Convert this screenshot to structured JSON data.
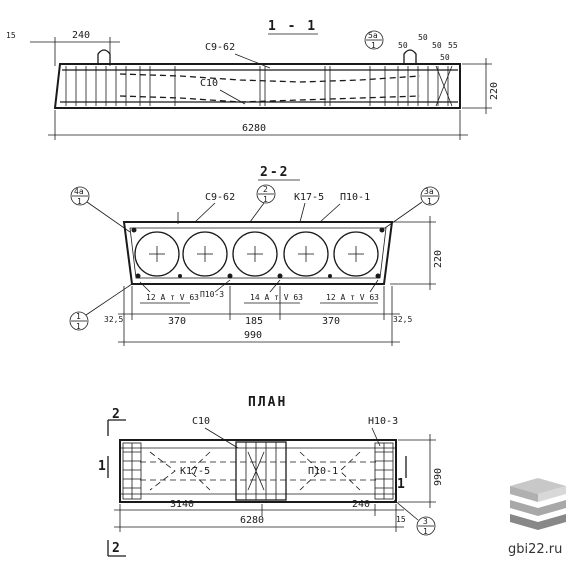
{
  "section_1": {
    "title": "1 - 1",
    "dim_15": "15",
    "dim_240": "240",
    "label_c9_62": "C9-62",
    "label_c10": "C10",
    "label_5a": "5а",
    "label_5a_sub": "1",
    "dim_50a": "50",
    "dim_50b": "50",
    "dim_50c": "50",
    "dim_55": "55",
    "dim_50d": "50",
    "dim_220": "220",
    "dim_6280": "6280"
  },
  "section_2": {
    "title": "2-2",
    "label_4a": "4а",
    "label_4a_sub": "1",
    "label_c9_62": "C9-62",
    "label_2": "2",
    "label_2_sub": "1",
    "label_k17_5": "K17-5",
    "label_p10_1": "П10-1",
    "label_3a": "3а",
    "label_3a_sub": "1",
    "dim_220": "220",
    "label_12at_left": "12 A т V 63",
    "label_p10_3": "П10-3",
    "label_14at": "14 A т V 63",
    "label_12at_right": "12 A т V 63",
    "label_1": "1",
    "label_1_sub": "1",
    "dim_32_5_left": "32,5",
    "dim_370_left": "370",
    "dim_185": "185",
    "dim_370_right": "370",
    "dim_32_5_right": "32,5",
    "dim_990": "990"
  },
  "plan": {
    "title": "ПЛАН",
    "cut_2_top": "2",
    "label_c10": "C10",
    "label_n10_3": "Н10-3",
    "cut_1_left": "1",
    "cut_1_right": "1",
    "label_k17_5": "K17-5",
    "label_p10_1": "П10-1",
    "dim_990": "990",
    "dim_3140": "3140",
    "dim_240": "240",
    "dim_6280": "6280",
    "dim_15": "15",
    "label_3": "3",
    "label_3_sub": "1",
    "cut_2_bottom": "2"
  },
  "watermark": {
    "text": "gbi22.ru",
    "colors": {
      "top": "#c8c8c8",
      "mid": "#a8a8a8",
      "bottom": "#888888"
    }
  }
}
